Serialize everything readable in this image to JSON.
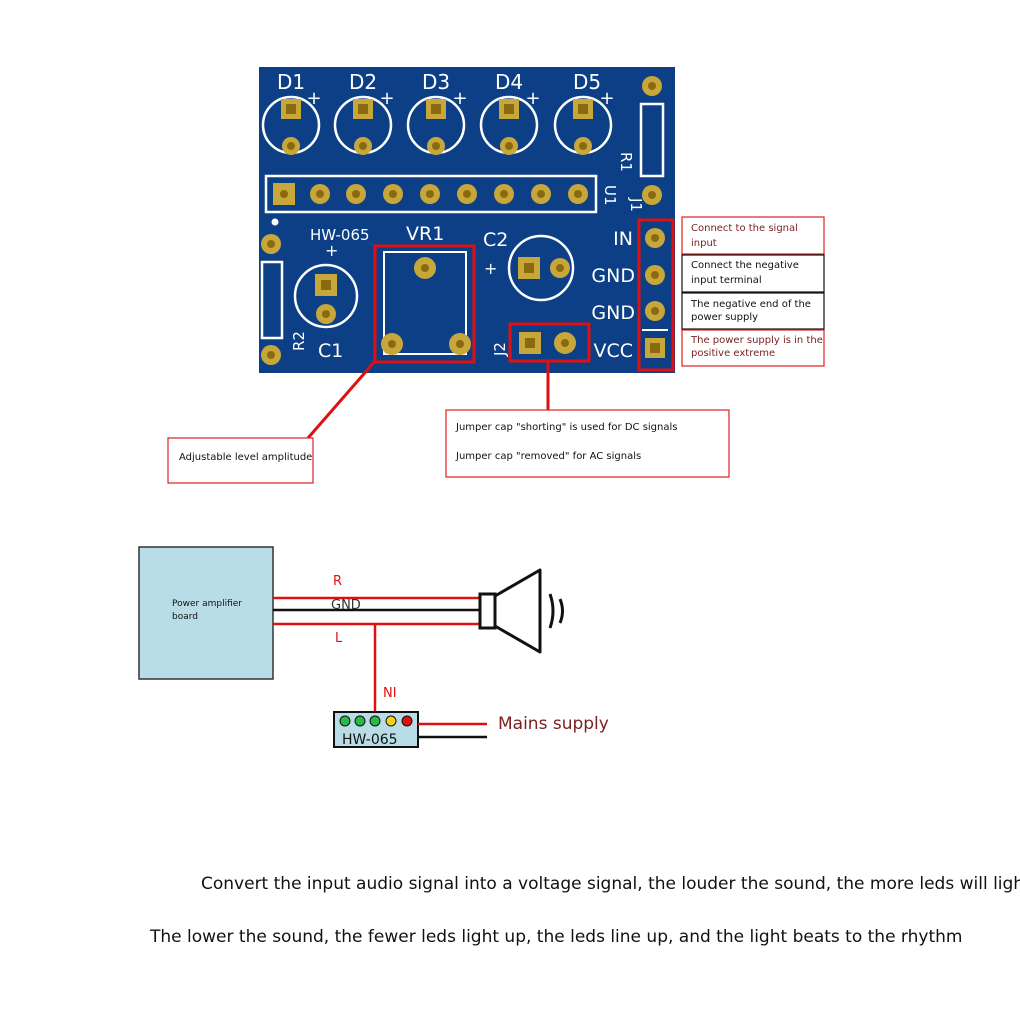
{
  "pcb": {
    "leds": [
      "D1",
      "D2",
      "D3",
      "D4",
      "D5"
    ],
    "plus": "+",
    "r1": "R1",
    "u1": "U1",
    "j1": "J1",
    "j2": "J2",
    "model": "HW-065",
    "vr1": "VR1",
    "c1": "C1",
    "c2": "C2",
    "r2": "R2",
    "pins": [
      "IN",
      "GND",
      "GND",
      "VCC"
    ]
  },
  "callouts": {
    "signal_input": [
      "Connect to the signal",
      "input"
    ],
    "negative_input": [
      "Connect the negative",
      "input terminal"
    ],
    "power_negative": [
      "The negative end of the",
      "power supply"
    ],
    "power_positive": [
      "The power supply is in the",
      "positive extreme"
    ],
    "jumper_dc": "Jumper cap \"shorting\" is used for DC signals",
    "jumper_ac": "Jumper cap \"removed\" for AC signals",
    "adjustable": "Adjustable level amplitude"
  },
  "wiring": {
    "amp_board": [
      "Power amplifier",
      "board"
    ],
    "r_label": "R",
    "gnd_label": "GND",
    "l_label": "L",
    "ni_label": "NI",
    "module_label": "HW-065",
    "mains": "Mains supply"
  },
  "description": {
    "line1": "Convert the input audio signal into a voltage signal, the louder the sound, the more leds will light up,",
    "line2": "The lower the sound, the fewer leds light up, the leds line up, and the light beats to the rhythm"
  },
  "colors": {
    "pcb": "#0d3f86",
    "pad": "#c8a73a",
    "callout_border": "#e02020",
    "dark_red_text": "#7a1f1f",
    "amp_fill": "#b9dde6"
  }
}
